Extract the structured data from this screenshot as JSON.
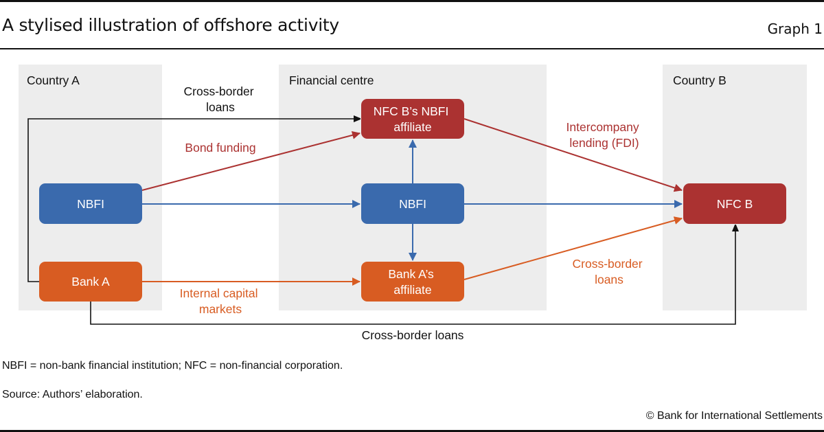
{
  "header": {
    "title": "A stylised illustration of offshore activity",
    "graph_label": "Graph 1"
  },
  "colors": {
    "panel": "#ededed",
    "blue": "#3a6aad",
    "red": "#ab3231",
    "orange": "#d85c22",
    "black": "#111111"
  },
  "regions": [
    {
      "id": "country-a",
      "label": "Country A"
    },
    {
      "id": "financial-centre",
      "label": "Financial centre"
    },
    {
      "id": "country-b",
      "label": "Country B"
    }
  ],
  "nodes": [
    {
      "id": "nbfi-a",
      "lines": [
        "NBFI"
      ],
      "color": "blue",
      "region": "country-a"
    },
    {
      "id": "bank-a",
      "lines": [
        "Bank A"
      ],
      "color": "orange",
      "region": "country-a"
    },
    {
      "id": "nfcb-nbfi-affiliate",
      "lines": [
        "NFC B’s NBFI",
        "affiliate"
      ],
      "color": "red",
      "region": "financial-centre"
    },
    {
      "id": "nbfi-fc",
      "lines": [
        "NBFI"
      ],
      "color": "blue",
      "region": "financial-centre"
    },
    {
      "id": "bank-a-affiliate",
      "lines": [
        "Bank A’s",
        "affiliate"
      ],
      "color": "orange",
      "region": "financial-centre"
    },
    {
      "id": "nfc-b",
      "lines": [
        "NFC B"
      ],
      "color": "red",
      "region": "country-b"
    }
  ],
  "edges": [
    {
      "from": "bank-a",
      "to": "nfcb-nbfi-affiliate",
      "color": "black",
      "label": [
        "Cross-border",
        "loans"
      ]
    },
    {
      "from": "nbfi-a",
      "to": "nfcb-nbfi-affiliate",
      "color": "red",
      "label": [
        "Bond funding"
      ]
    },
    {
      "from": "nbfi-a",
      "to": "nbfi-fc",
      "color": "blue",
      "label": []
    },
    {
      "from": "nbfi-fc",
      "to": "nfcb-nbfi-affiliate",
      "color": "blue",
      "label": []
    },
    {
      "from": "nbfi-fc",
      "to": "bank-a-affiliate",
      "color": "blue",
      "label": []
    },
    {
      "from": "nbfi-fc",
      "to": "nfc-b",
      "color": "blue",
      "label": []
    },
    {
      "from": "bank-a",
      "to": "bank-a-affiliate",
      "color": "orange",
      "label": [
        "Internal capital",
        "markets"
      ]
    },
    {
      "from": "nfcb-nbfi-affiliate",
      "to": "nfc-b",
      "color": "red",
      "label": [
        "Intercompany",
        "lending (FDI)"
      ]
    },
    {
      "from": "bank-a-affiliate",
      "to": "nfc-b",
      "color": "orange",
      "label": [
        "Cross-border",
        "loans"
      ]
    },
    {
      "from": "bank-a",
      "to": "nfc-b",
      "color": "black",
      "label": [
        "Cross-border loans"
      ]
    }
  ],
  "footer": {
    "note": "NBFI = non-bank financial institution; NFC = non-financial corporation.",
    "source": "Source: Authors’ elaboration.",
    "copyright": "© Bank for International Settlements"
  }
}
